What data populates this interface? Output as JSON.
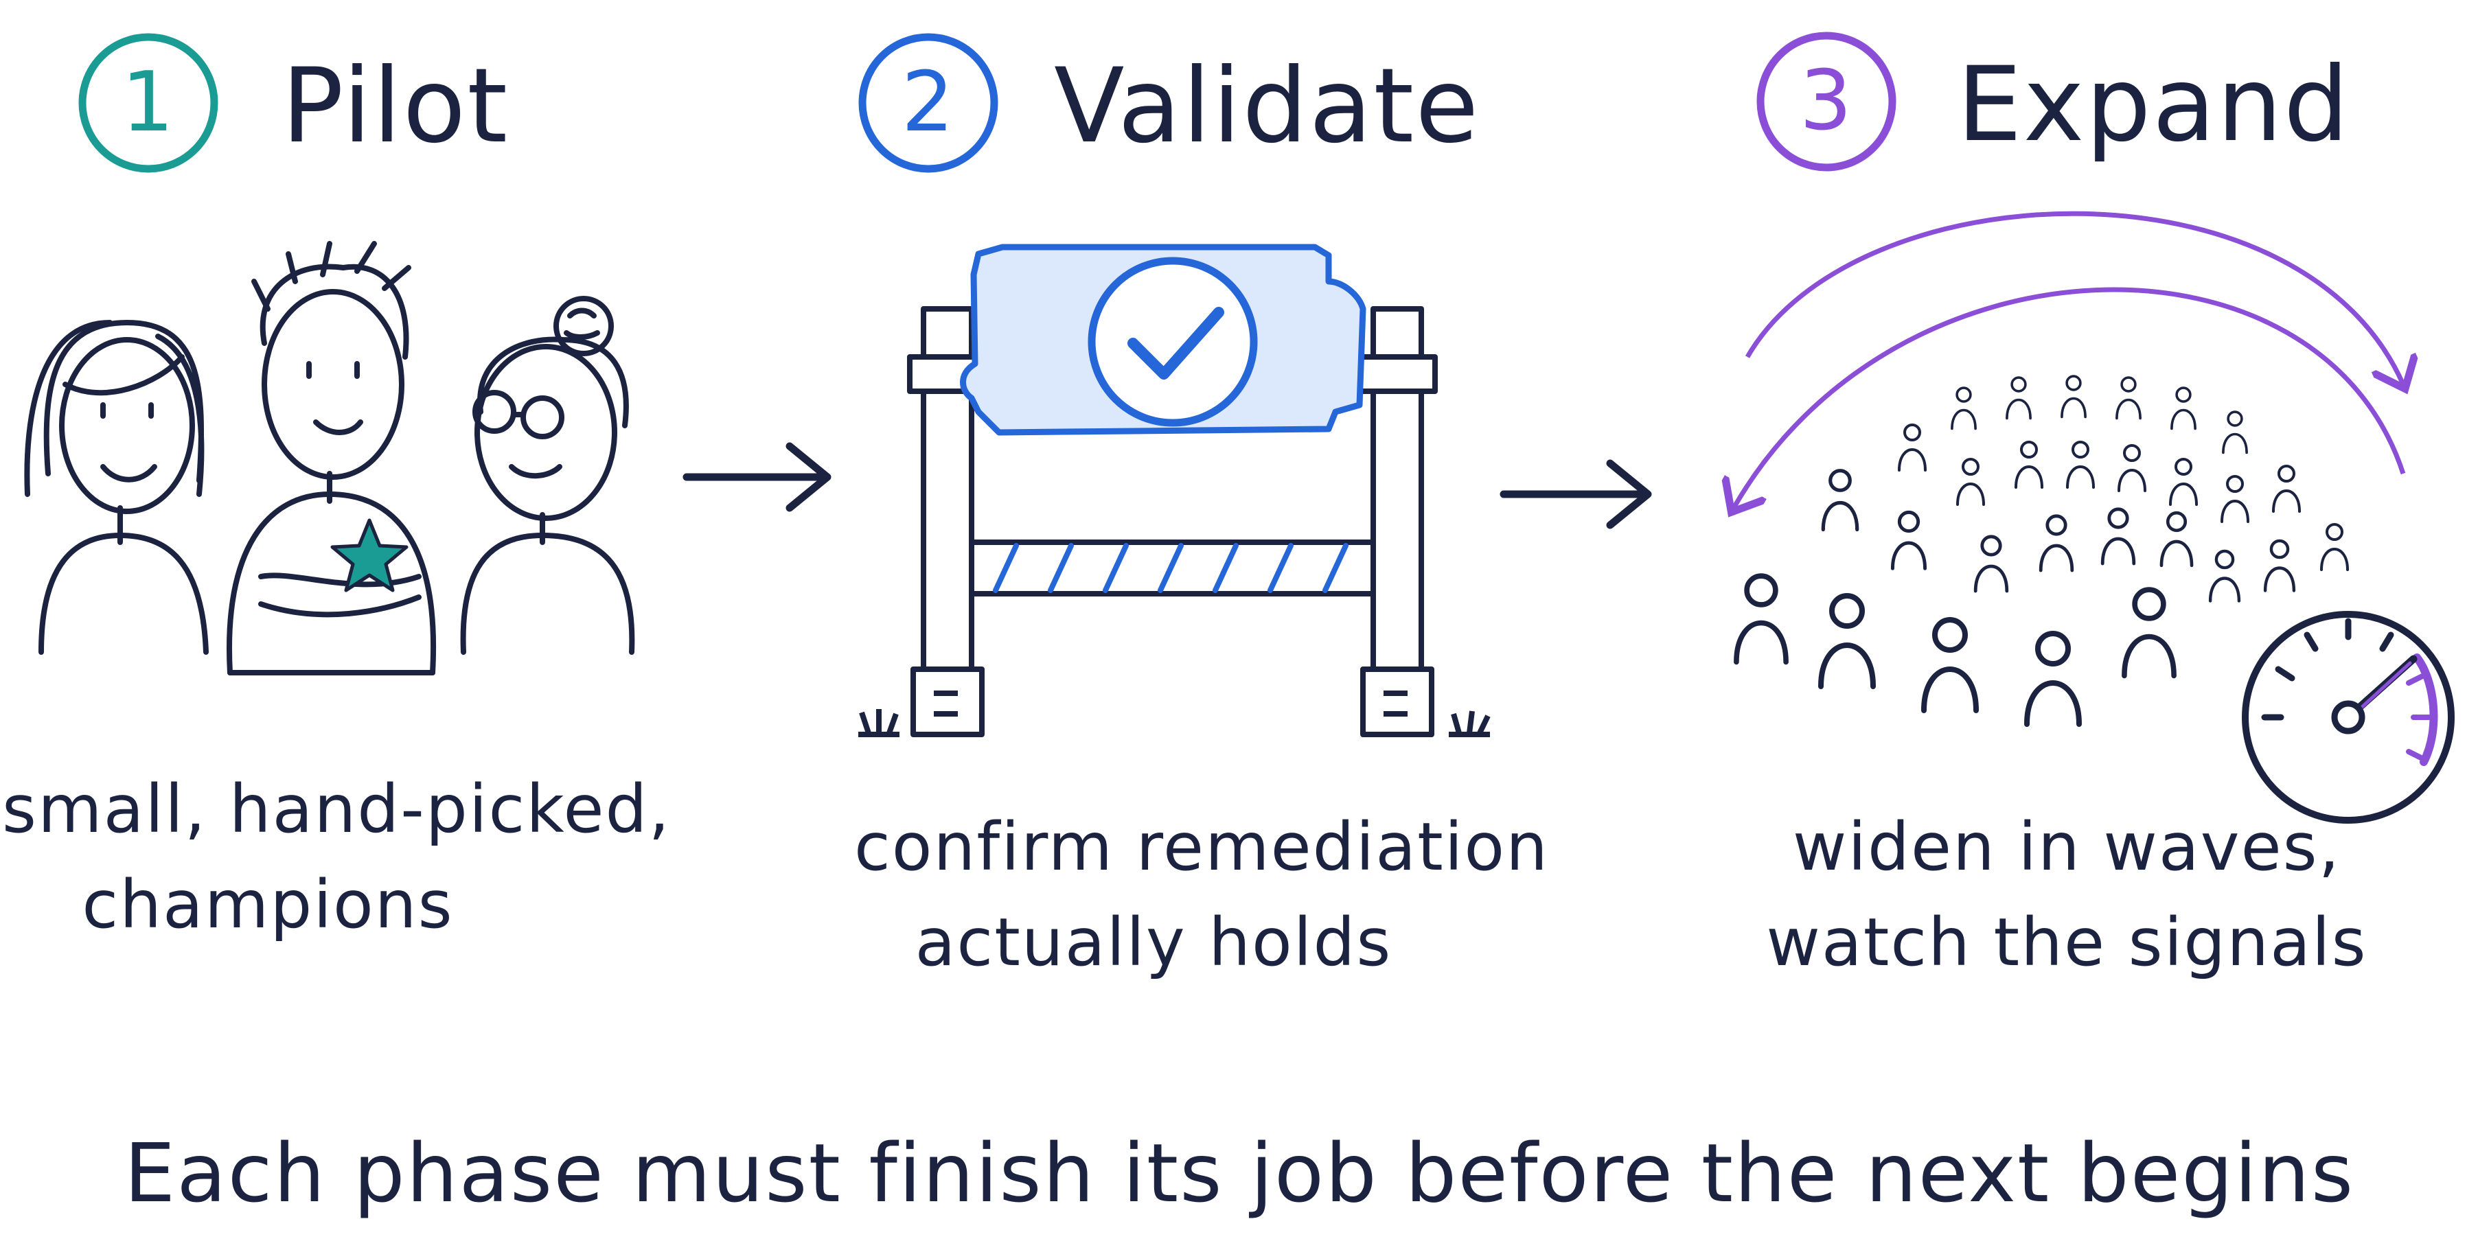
{
  "phases": [
    {
      "number": "1",
      "title": "Pilot",
      "caption_line1": "small, hand-picked,",
      "caption_line2": "champions",
      "color": "#1a9c94"
    },
    {
      "number": "2",
      "title": "Validate",
      "caption_line1": "confirm remediation",
      "caption_line2": "actually holds",
      "color": "#2566d8"
    },
    {
      "number": "3",
      "title": "Expand",
      "caption_line1": "widen in waves,",
      "caption_line2": "watch the signals",
      "color": "#8a4fd6"
    }
  ],
  "footer": "Each phase must finish its job before the next begins",
  "colors": {
    "ink": "#1b2340",
    "teal": "#1a9c94",
    "blue": "#2566d8",
    "purple": "#8a4fd6"
  },
  "icons": [
    "pilot-people-illustration",
    "star-icon",
    "gate-illustration",
    "checkmark-icon",
    "crowd-illustration",
    "gauge-icon",
    "arrow-right-icon"
  ]
}
